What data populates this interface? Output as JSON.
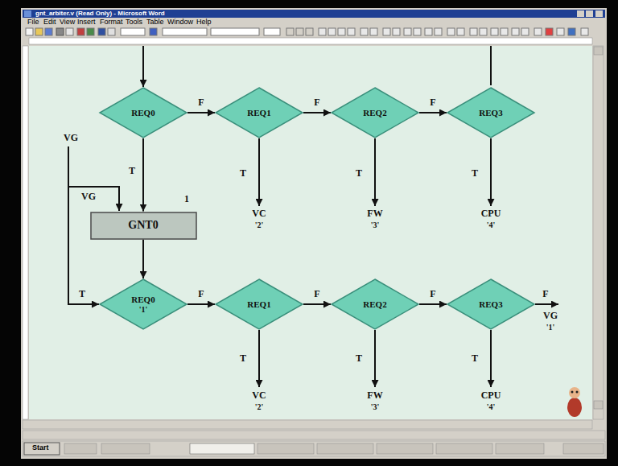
{
  "diagram": {
    "nodes": [
      {
        "text": [
          "REQ0"
        ]
      },
      {
        "text": [
          "REQ1"
        ]
      },
      {
        "text": [
          "REQ2"
        ]
      },
      {
        "text": [
          "REQ3"
        ]
      },
      {
        "text": [
          "GNT0"
        ]
      },
      {
        "text": [
          "REQ0",
          "'1'"
        ]
      },
      {
        "text": [
          "REQ1"
        ]
      },
      {
        "text": [
          "REQ2"
        ]
      },
      {
        "text": [
          "REQ3"
        ]
      }
    ],
    "edges": [
      {
        "from": 0,
        "to": 1,
        "arrow": "to",
        "label": "F"
      },
      {
        "from": 1,
        "to": 2,
        "arrow": "to",
        "label": "F"
      },
      {
        "from": 2,
        "to": 3,
        "arrow": "to",
        "label": "F"
      },
      {
        "from": 0,
        "to": 4,
        "arrow": "to",
        "label": "T"
      },
      {
        "from": 4,
        "to": 5,
        "arrow": "to"
      },
      {
        "from": 5,
        "to": 6,
        "arrow": "to",
        "label": "F"
      },
      {
        "from": 6,
        "to": 7,
        "arrow": "to",
        "label": "F"
      },
      {
        "from": 7,
        "to": 8,
        "arrow": "to",
        "label": "F"
      }
    ],
    "labels": [
      "gnt_arbiter.v (Read Only) - Microsoft Word",
      "File",
      "Edit",
      "View",
      "Insert",
      "Format",
      "Tools",
      "Table",
      "Window",
      "Help",
      "VG",
      "T",
      "T",
      "T",
      "VC",
      "'2'",
      "FW",
      "'3'",
      "CPU",
      "'4'",
      "VG",
      "1",
      "T",
      "T",
      "T",
      "T",
      "VC",
      "'2'",
      "FW",
      "'3'",
      "CPU",
      "'4'",
      "F",
      "VG",
      "'1'",
      "Start"
    ]
  }
}
